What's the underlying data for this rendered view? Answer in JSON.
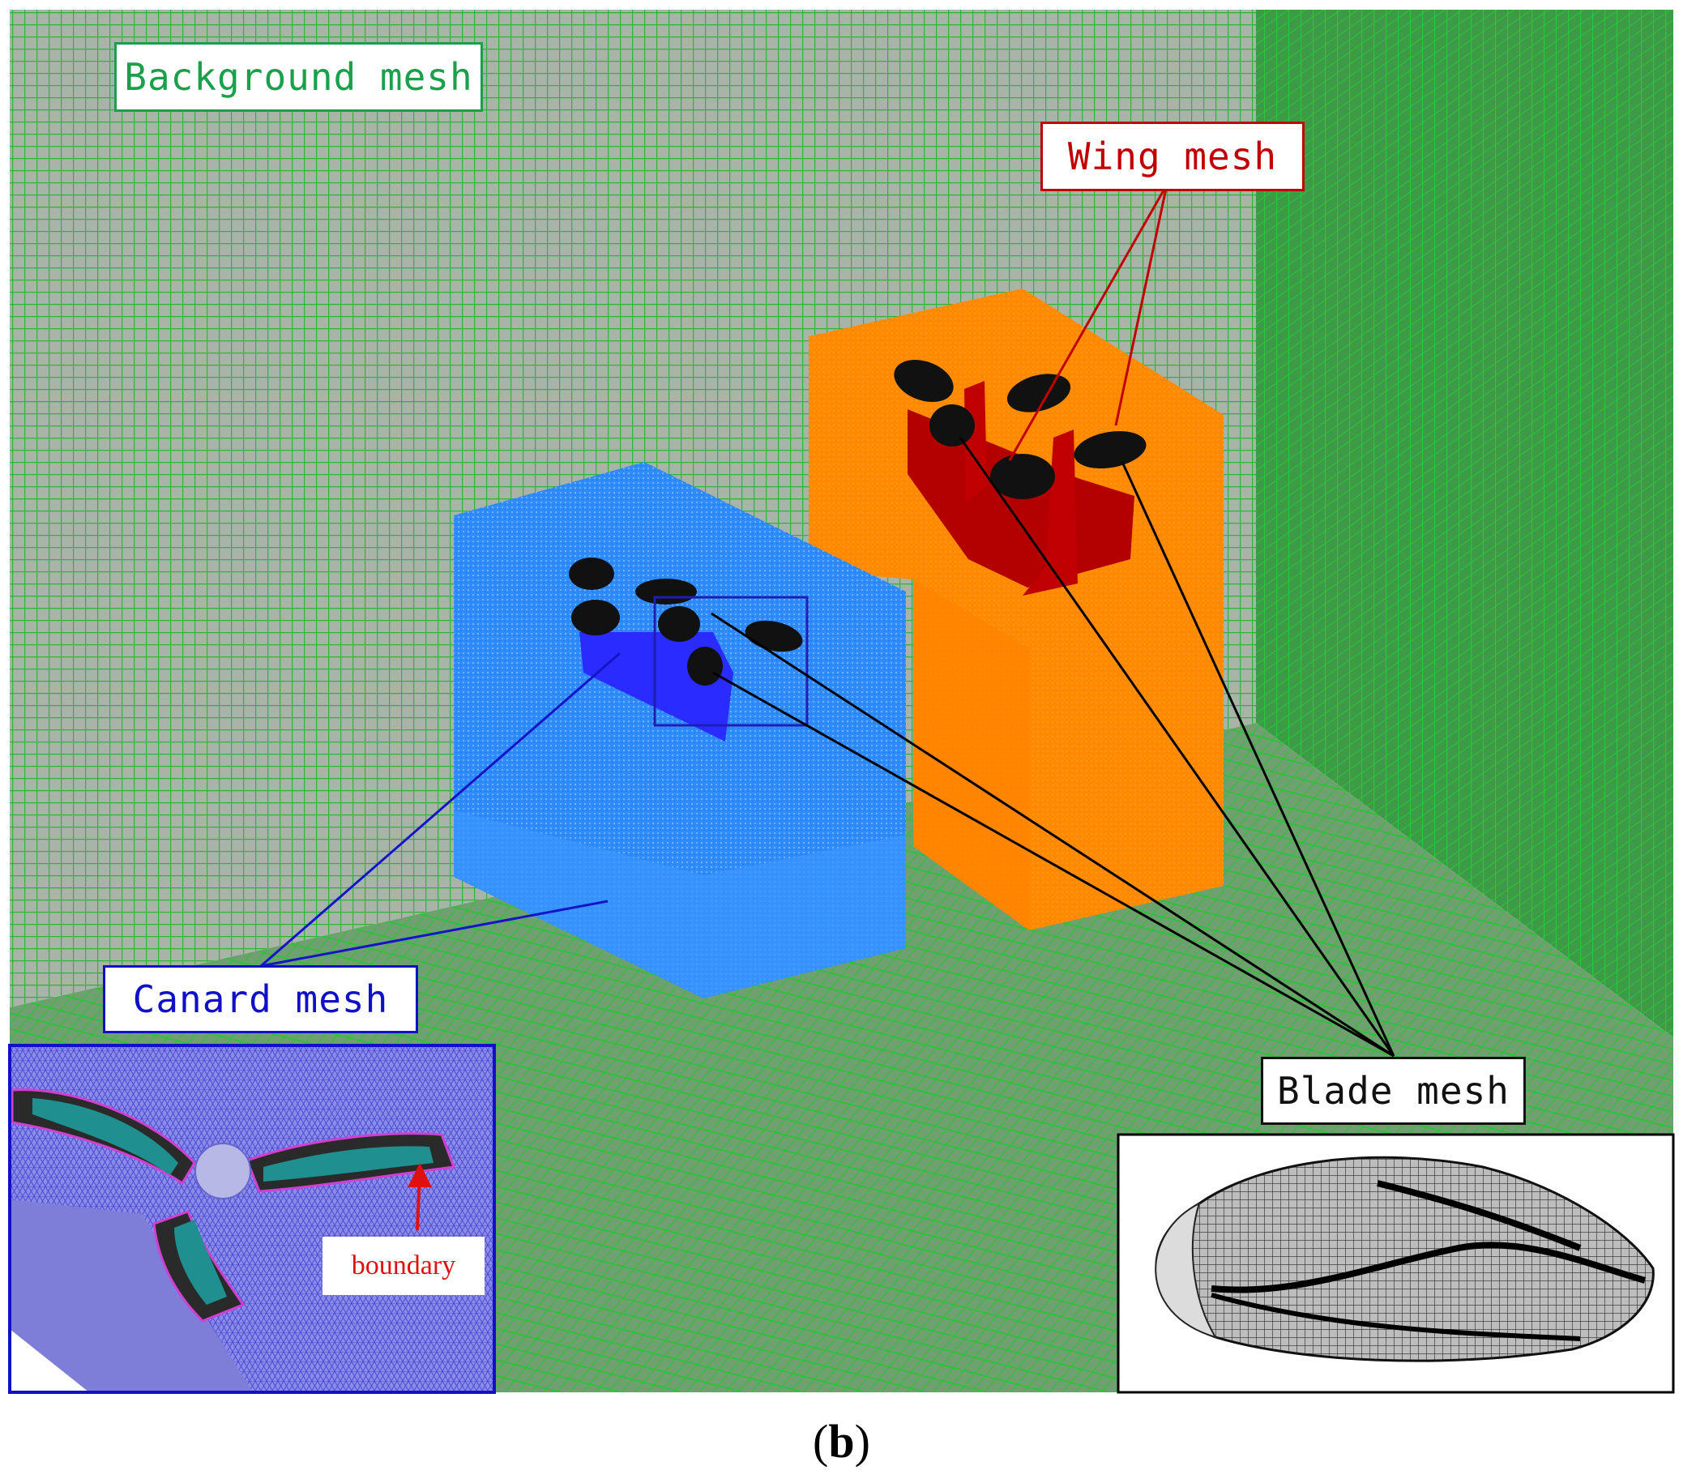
{
  "labels": {
    "background_mesh": "Background mesh",
    "wing_mesh": "Wing mesh",
    "canard_mesh": "Canard mesh",
    "blade_mesh": "Blade mesh",
    "boundary": "boundary"
  },
  "panel": {
    "open": "(",
    "letter": "b",
    "close": ")"
  },
  "colors": {
    "background_mesh": "#1a9f4a",
    "wing_mesh": "#c00000",
    "canard_mesh": "#1010c8",
    "blade_mesh": "#111111",
    "orange_block": "#ff8800",
    "blue_block": "#2a8cff"
  }
}
